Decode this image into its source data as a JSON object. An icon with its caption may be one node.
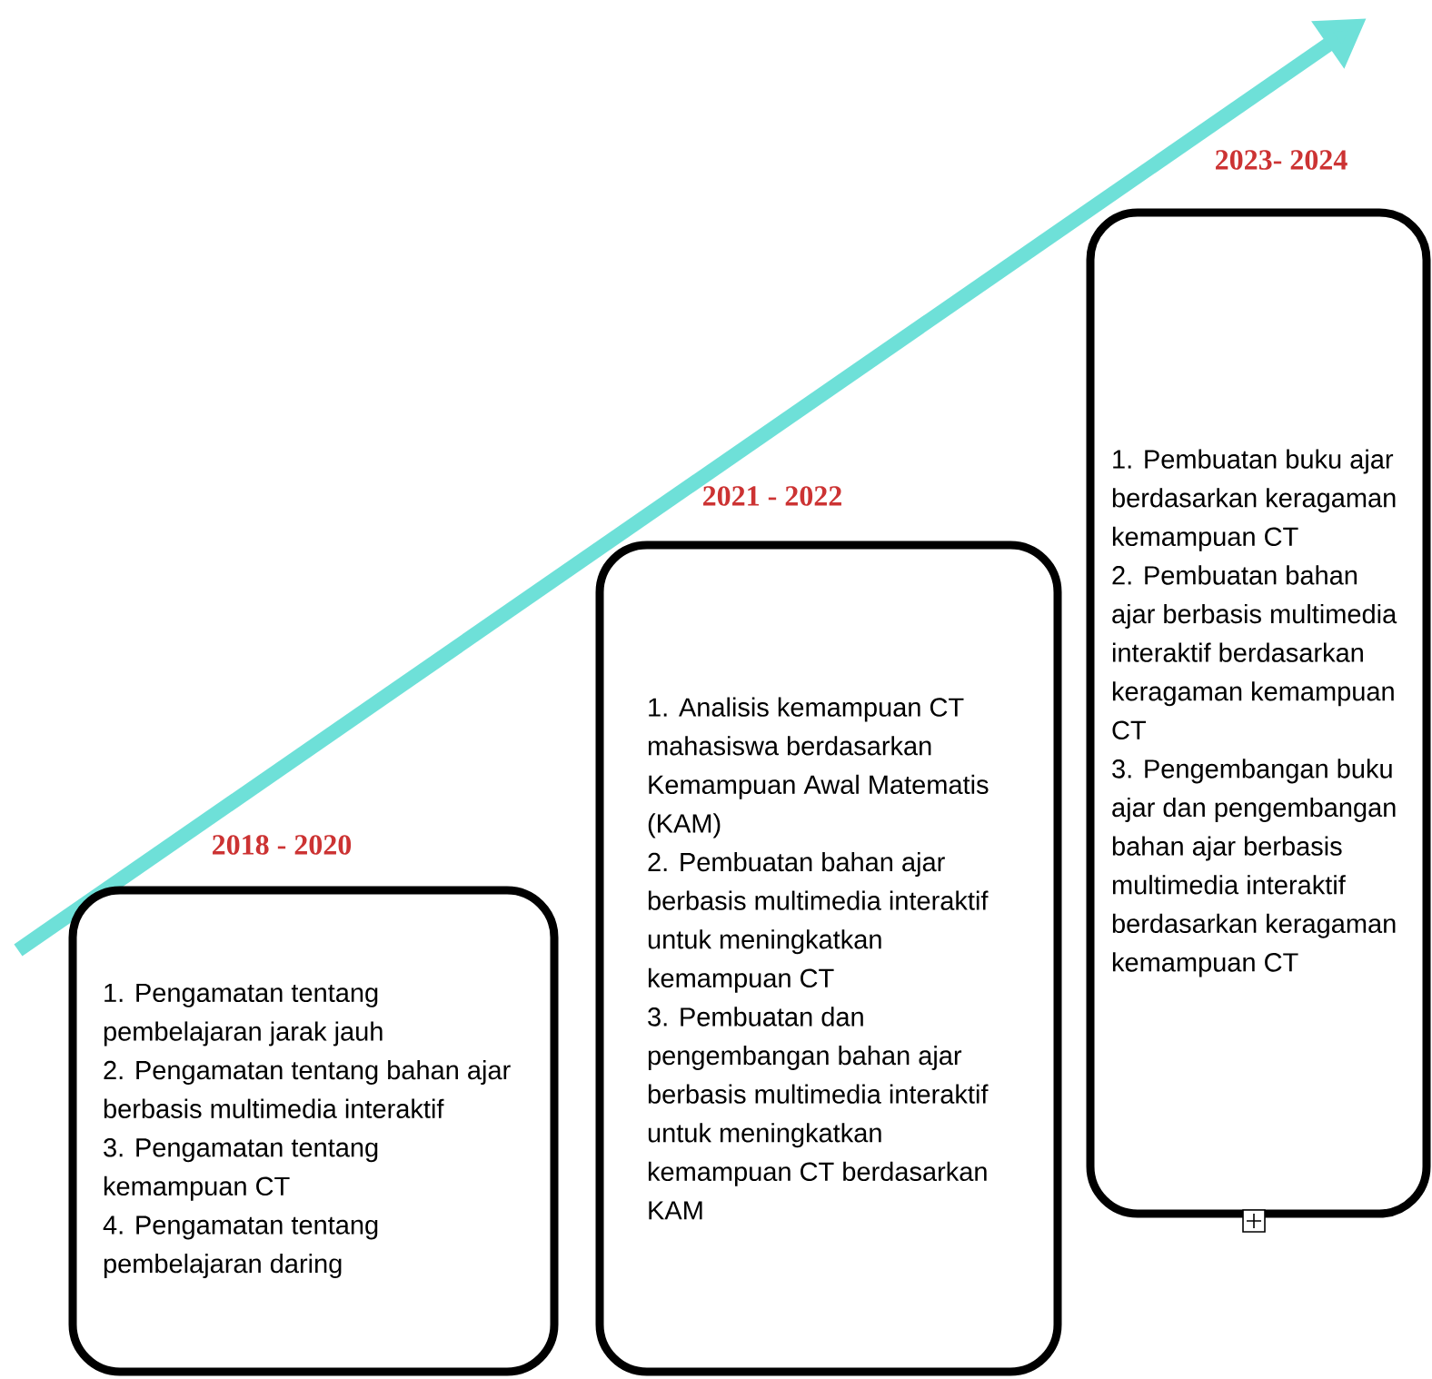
{
  "diagram": {
    "nodes": [
      {
        "text": [
          "1. Pengamatan tentang pembelajaran jarak jauh",
          "2. Pengamatan tentang bahan ajar berbasis multimedia interaktif",
          "3. Pengamatan tentang kemampuan CT",
          "4. Pengamatan tentang pembelajaran daring"
        ],
        "beside": [
          "2018 - 2020"
        ]
      },
      {
        "text": [
          "1. Analisis kemampuan CT mahasiswa berdasarkan Kemampuan Awal Matematis (KAM)",
          "2. Pembuatan bahan ajar berbasis multimedia interaktif untuk meningkatkan kemampuan CT",
          "3. Pembuatan dan pengembangan bahan ajar berbasis multimedia interaktif untuk meningkatkan kemampuan CT berdasarkan KAM"
        ],
        "beside": [
          "2021 - 2022"
        ]
      },
      {
        "text": [
          "1. Pembuatan buku ajar berdasarkan keragaman kemampuan CT",
          "2. Pembuatan bahan ajar berbasis multimedia interaktif berdasarkan keragaman kemampuan CT",
          "3. Pengembangan buku ajar dan pengembangan bahan ajar berbasis multimedia interaktif berdasarkan keragaman kemampuan CT"
        ],
        "beside": [
          "2023- 2024"
        ]
      }
    ]
  }
}
